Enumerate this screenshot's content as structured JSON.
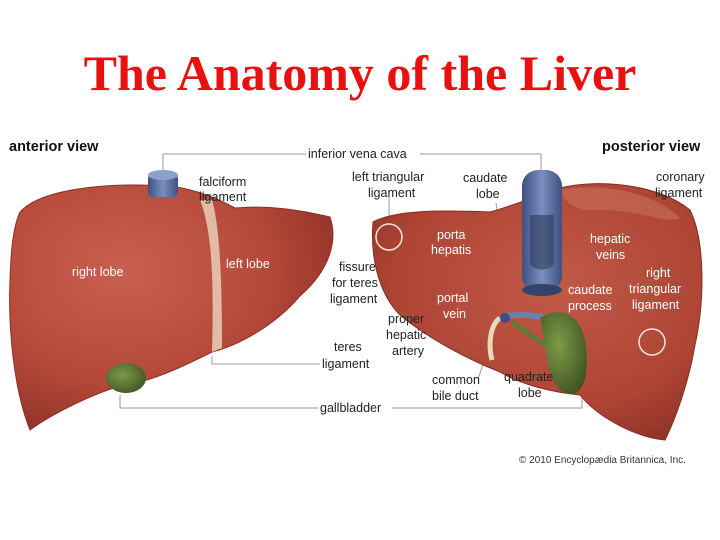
{
  "title": "The Anatomy of the Liver",
  "views": {
    "anterior": "anterior view",
    "posterior": "posterior view"
  },
  "labels": {
    "inferior_vena_cava": "inferior vena cava",
    "falciform_1": "falciform",
    "falciform_2": "ligament",
    "left_triangular_1": "left triangular",
    "left_triangular_2": "ligament",
    "caudate_lobe_1": "caudate",
    "caudate_lobe_2": "lobe",
    "coronary_1": "coronary",
    "coronary_2": "ligament",
    "right_lobe": "right lobe",
    "left_lobe": "left lobe",
    "porta_1": "porta",
    "porta_2": "hepatis",
    "hepatic_veins_1": "hepatic",
    "hepatic_veins_2": "veins",
    "fissure_1": "fissure",
    "fissure_2": "for teres",
    "fissure_3": "ligament",
    "right_triangular_1": "right",
    "right_triangular_2": "triangular",
    "right_triangular_3": "ligament",
    "portal_vein_1": "portal",
    "portal_vein_2": "vein",
    "caudate_process_1": "caudate",
    "caudate_process_2": "process",
    "proper_hepatic_1": "proper",
    "proper_hepatic_2": "hepatic",
    "proper_hepatic_3": "artery",
    "teres_1": "teres",
    "teres_2": "ligament",
    "common_bile_1": "common",
    "common_bile_2": "bile duct",
    "quadrate_1": "quadrate",
    "quadrate_2": "lobe",
    "gallbladder": "gallbladder"
  },
  "copyright": "© 2010 Encyclopædia Britannica, Inc.",
  "colors": {
    "title": "#e81010",
    "liver": "#b4493a",
    "liver_dark": "#8e3026",
    "vena_cava": "#5b6f9e",
    "gallbladder": "#5f7a32",
    "leader_line": "#9a9a9a"
  }
}
